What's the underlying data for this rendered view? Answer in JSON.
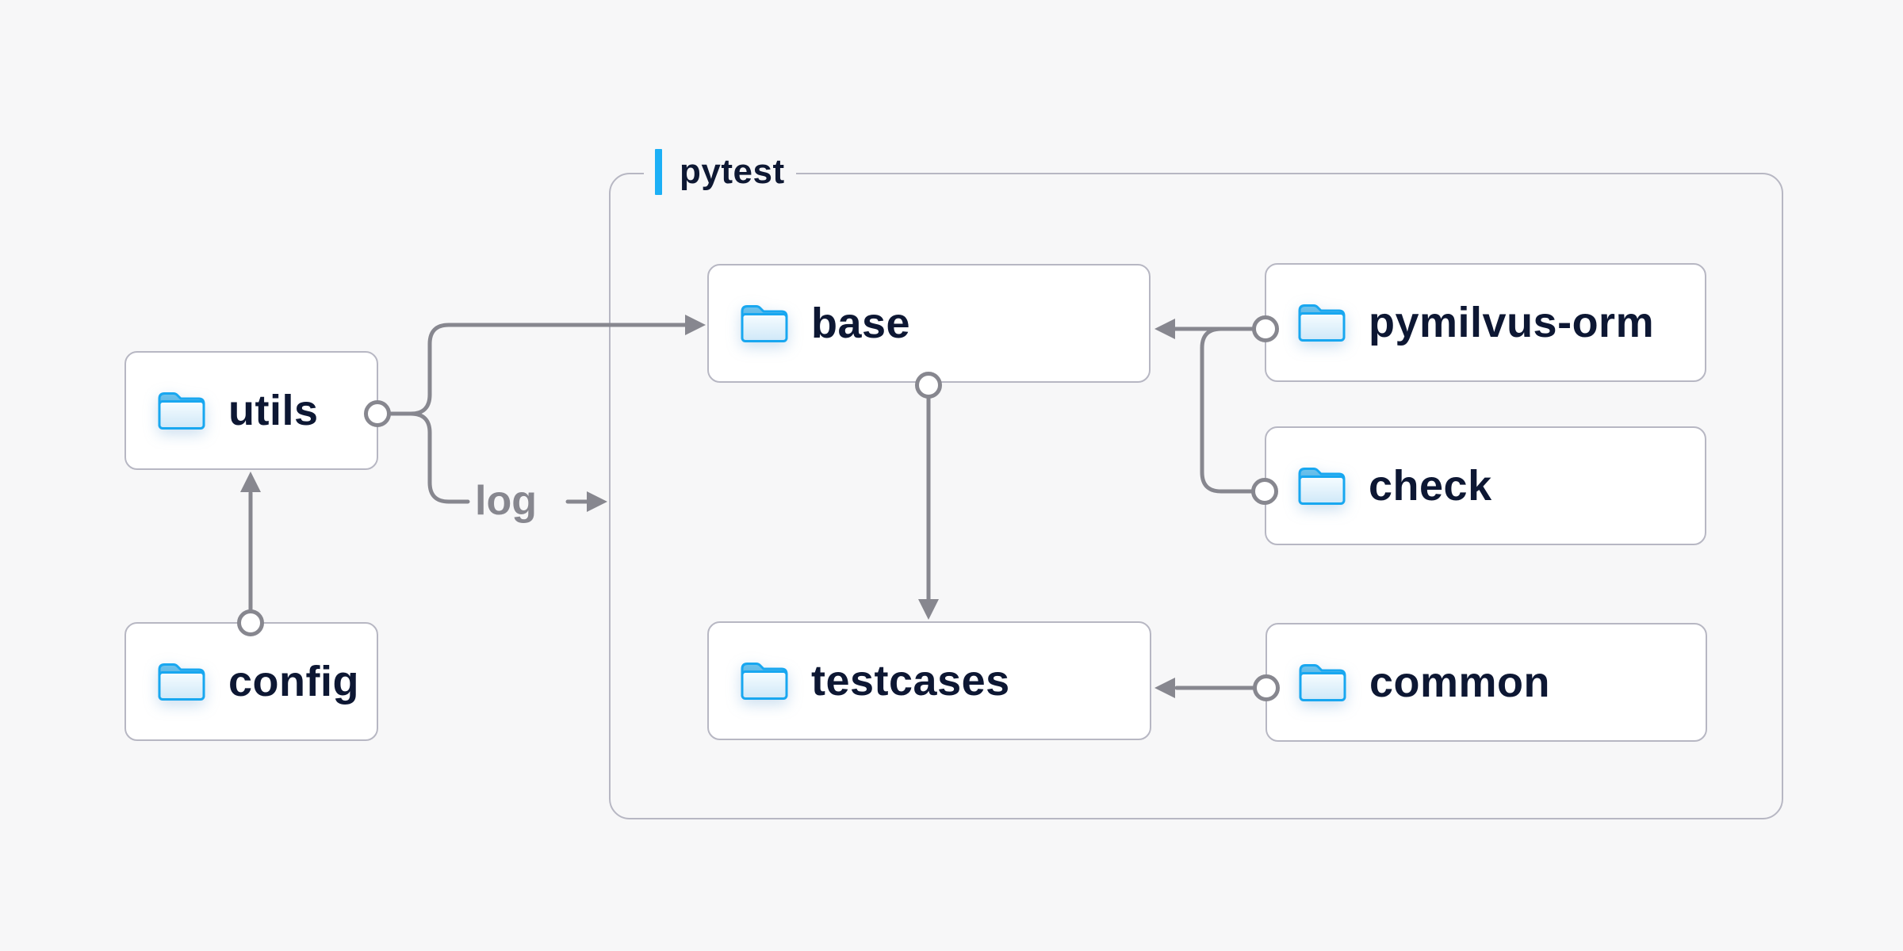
{
  "diagram": {
    "group": {
      "label": "pytest"
    },
    "nodes": {
      "utils": "utils",
      "config": "config",
      "base": "base",
      "testcases": "testcases",
      "pymilvus_orm": "pymilvus-orm",
      "check": "check",
      "common": "common"
    },
    "edges": {
      "log_label": "log"
    },
    "colors": {
      "accent_blue": "#1cb0f6",
      "folder_blue": "#18a7f0",
      "line_gray": "#87878f",
      "node_border": "#b7b7c3",
      "text_navy": "#0d1733",
      "background": "#f7f7f8"
    }
  }
}
